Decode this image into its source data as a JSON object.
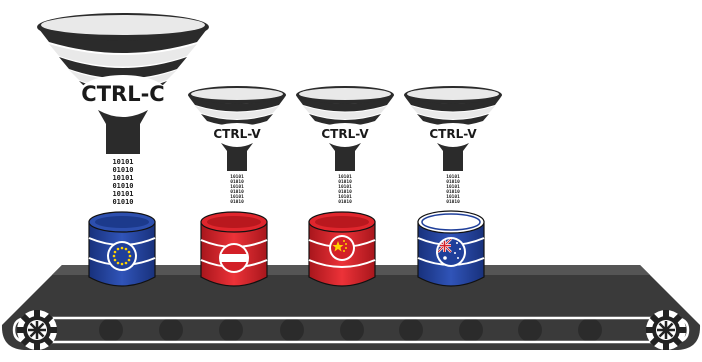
{
  "funnels": [
    {
      "label": "CTRL-C",
      "bits": [
        "10101",
        "01010",
        "10101",
        "01010",
        "10101",
        "01010"
      ],
      "flag": "eu-flag"
    },
    {
      "label": "CTRL-V",
      "bits": [
        "10101",
        "01010",
        "10101",
        "01010",
        "10101",
        "01010"
      ],
      "flag": "austria-flag"
    },
    {
      "label": "CTRL-V",
      "bits": [
        "10101",
        "01010",
        "10101",
        "01010",
        "10101",
        "01010"
      ],
      "flag": "china-flag"
    },
    {
      "label": "CTRL-V",
      "bits": [
        "10101",
        "01010",
        "10101",
        "01010",
        "10101",
        "01010"
      ],
      "flag": "australia-flag"
    }
  ],
  "colors": {
    "funnel_dark": "#2b2b2b",
    "funnel_light": "#e9e9e9",
    "conveyor_dark": "#3a3a3a",
    "db_blue": "#1f3f9a",
    "db_red": "#d32027",
    "gear": "#222222"
  }
}
